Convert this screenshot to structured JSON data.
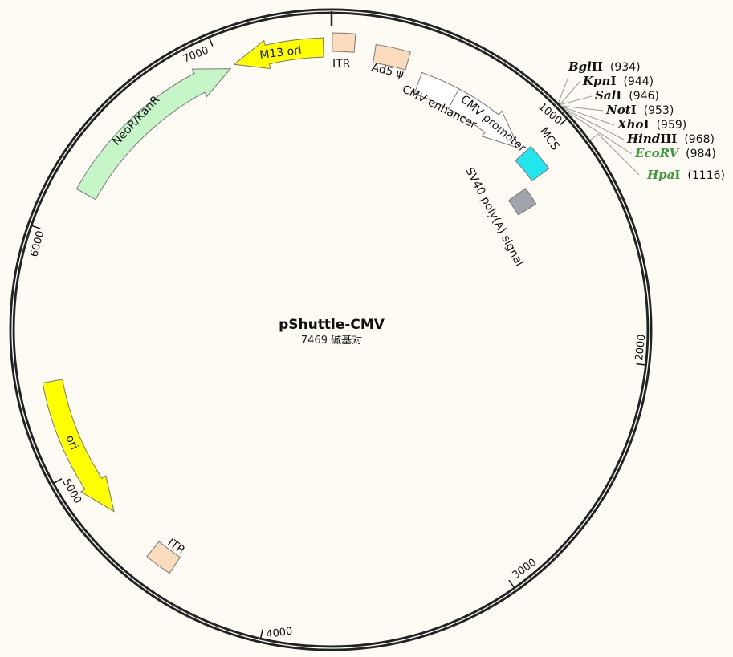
{
  "plasmid": {
    "name": "pShuttle-CMV",
    "size_label": "7469 碱基对"
  },
  "colors": {
    "backbone": "#222222",
    "itr": "#fbdcbc",
    "mcs": "#22e6ee",
    "m13": "#ffff00",
    "neo": "#c6f5c8",
    "sv40": "#a0a4ab",
    "cmv": "#ffffff",
    "enzyme_default": "#111111",
    "enzyme_green": "#3a9a3a"
  },
  "features": [
    {
      "id": "itr-top",
      "label": "ITR"
    },
    {
      "id": "ad5",
      "label": "Ad5 ψ"
    },
    {
      "id": "cmv-enhancer",
      "label": "CMV enhancer"
    },
    {
      "id": "cmv-promoter",
      "label": "CMV promoter"
    },
    {
      "id": "mcs",
      "label": "MCS"
    },
    {
      "id": "sv40",
      "label": "SV40 poly(A) signal"
    },
    {
      "id": "m13",
      "label": "M13 ori"
    },
    {
      "id": "neo",
      "label": "NeoR/KanR"
    },
    {
      "id": "ori",
      "label": "ori"
    },
    {
      "id": "itr-bottom",
      "label": "ITR"
    }
  ],
  "ticks": [
    "1000",
    "2000",
    "3000",
    "4000",
    "5000",
    "6000",
    "7000"
  ],
  "sites": [
    {
      "name_italic": "Bgl",
      "name_rest": "II",
      "pos": "(934)",
      "green": false
    },
    {
      "name_italic": "Kpn",
      "name_rest": "I",
      "pos": "(944)",
      "green": false
    },
    {
      "name_italic": "Sal",
      "name_rest": "I",
      "pos": "(946)",
      "green": false
    },
    {
      "name_italic": "Not",
      "name_rest": "I",
      "pos": "(953)",
      "green": false
    },
    {
      "name_italic": "Xho",
      "name_rest": "I",
      "pos": "(959)",
      "green": false
    },
    {
      "name_italic": "Hind",
      "name_rest": "III",
      "pos": "(968)",
      "green": false
    },
    {
      "name_italic": "EcoRV",
      "name_rest": "",
      "pos": "(984)",
      "green": true
    },
    {
      "name_italic": "Hpa",
      "name_rest": "I",
      "pos": "(1116)",
      "green": true
    }
  ]
}
